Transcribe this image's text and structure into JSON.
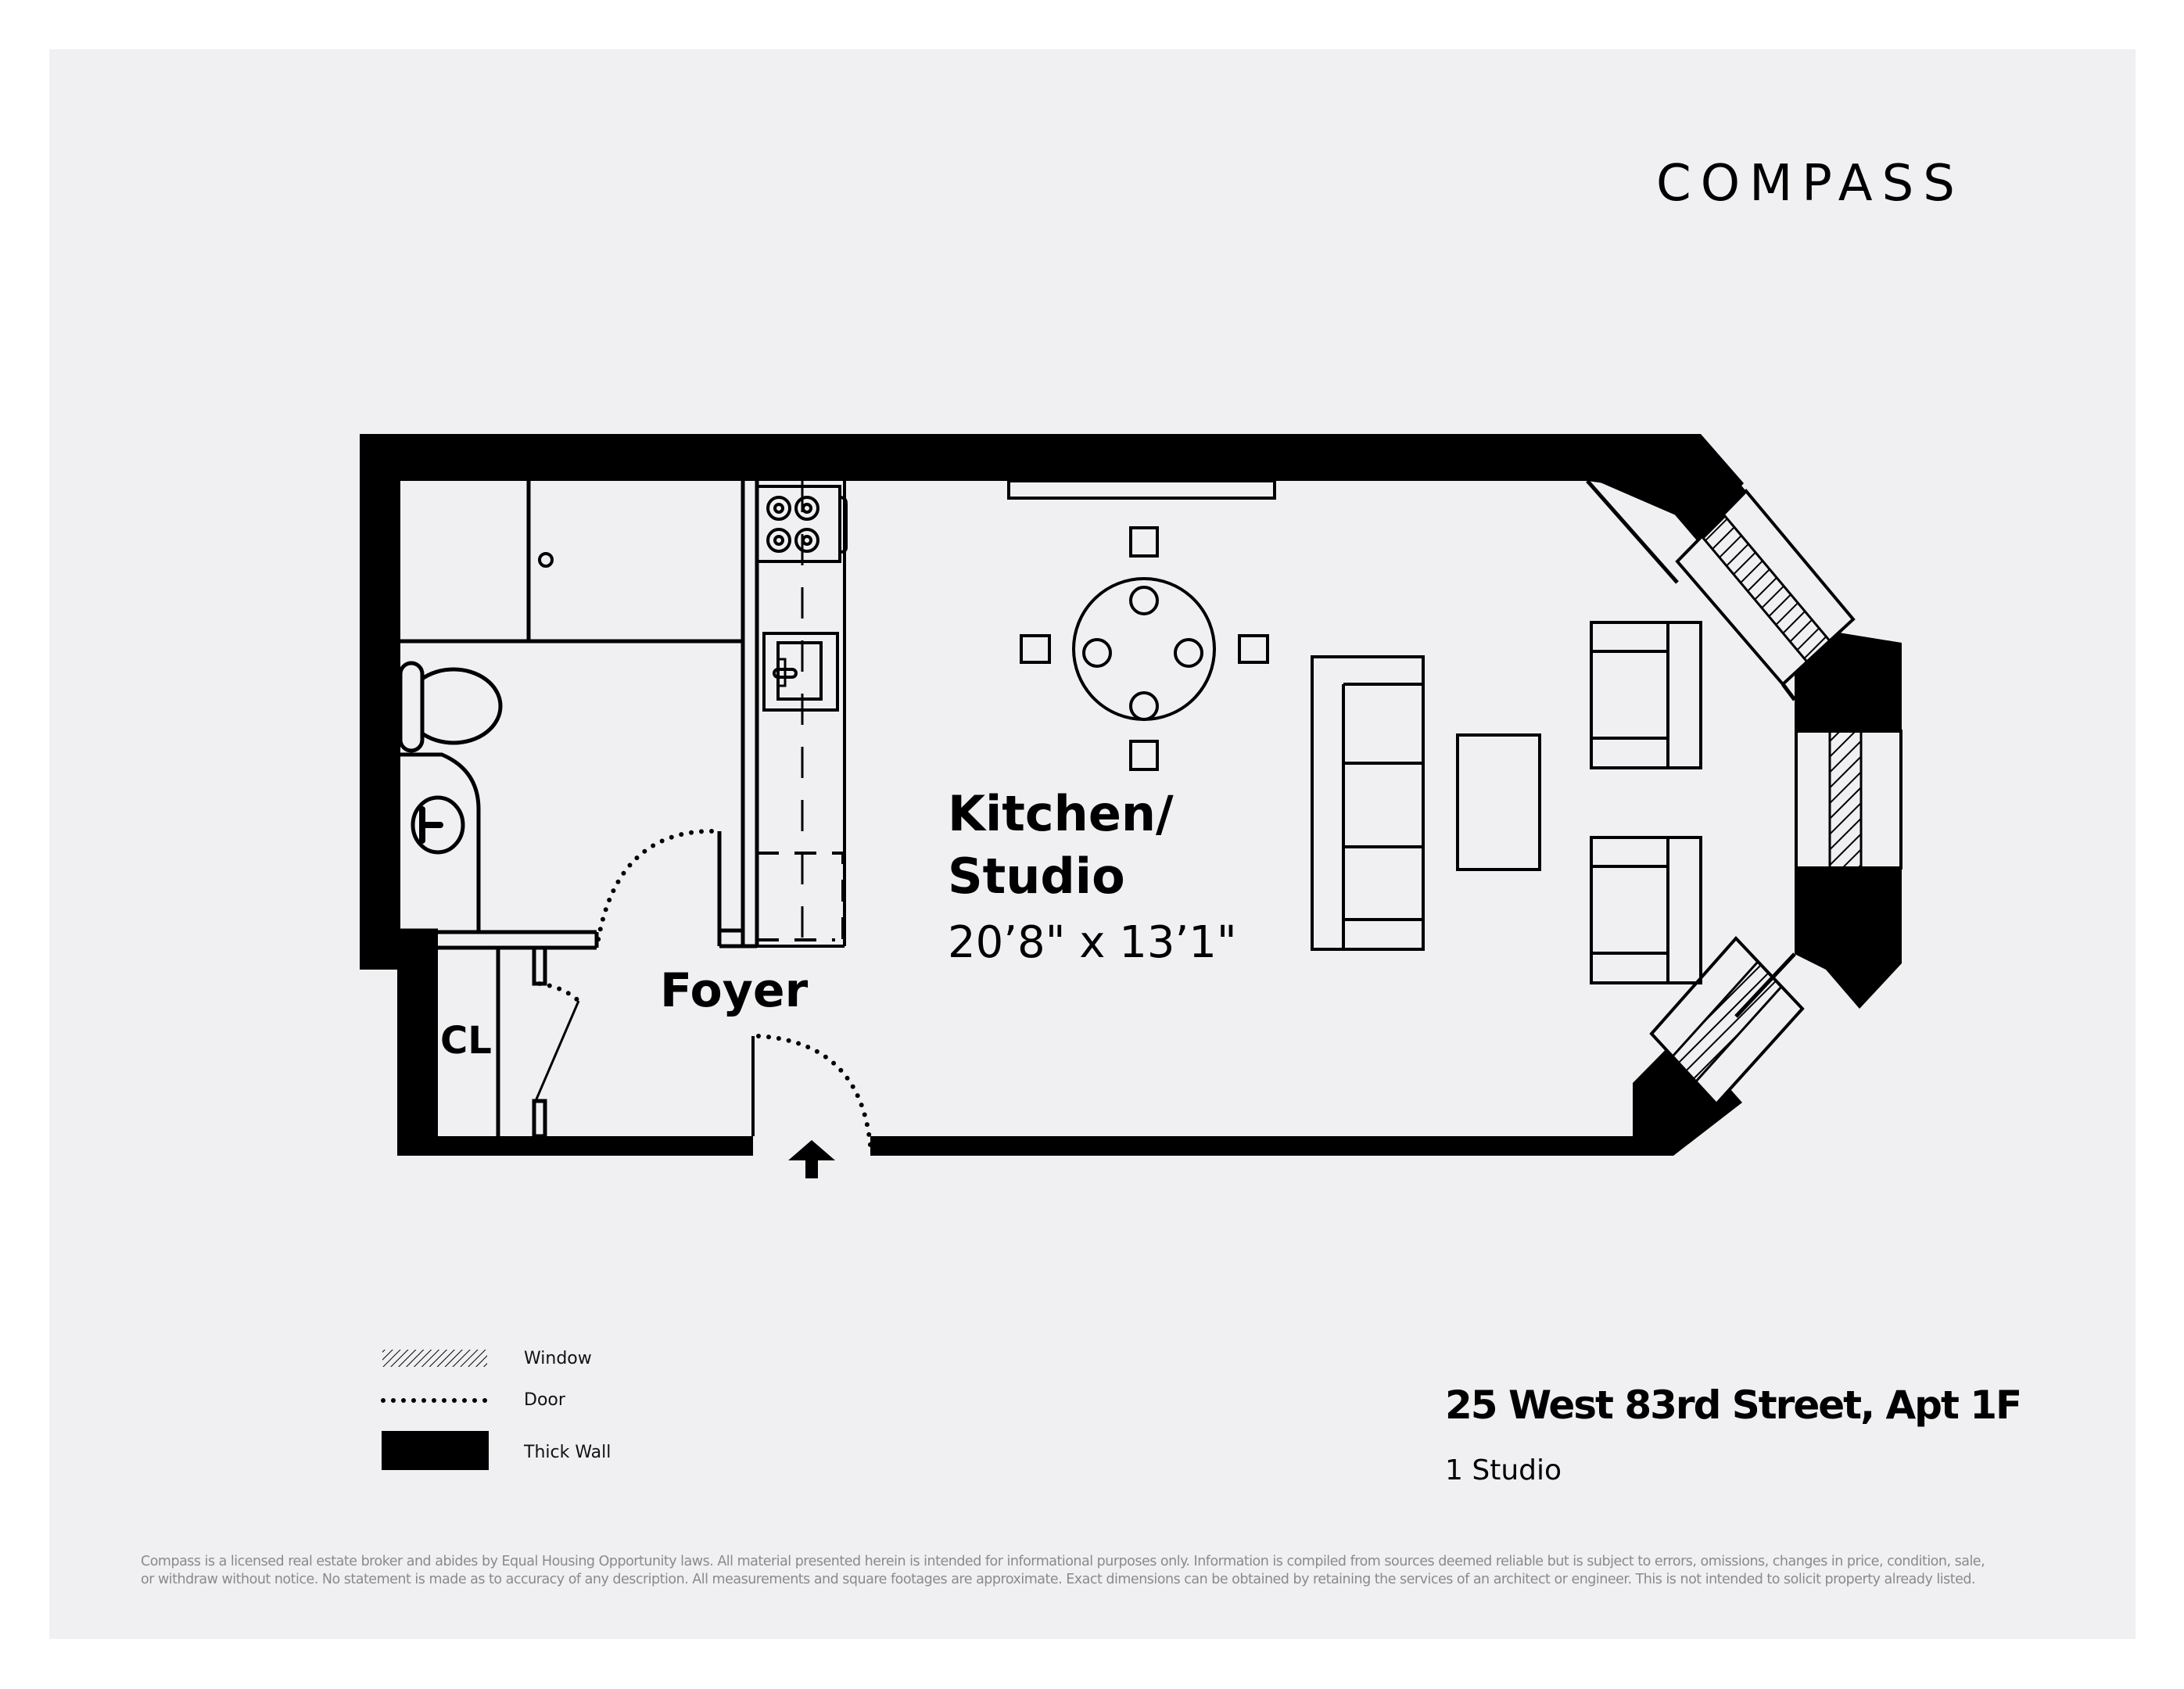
{
  "brand": {
    "logo_text": "COMPASS"
  },
  "listing": {
    "address": "25 West 83rd Street, Apt 1F",
    "unit_type": "1 Studio"
  },
  "rooms": [
    {
      "name": "Kitchen/ Studio",
      "line1": "Kitchen/",
      "line2": "Studio",
      "dimensions": "20’8\" x 13’1\""
    },
    {
      "name": "Foyer",
      "line1": "Foyer"
    },
    {
      "name": "CL",
      "line1": "CL"
    }
  ],
  "legend": {
    "items": [
      {
        "label": "Window",
        "symbol": "hatched-rectangle"
      },
      {
        "label": "Door",
        "symbol": "dotted-line"
      },
      {
        "label": "Thick Wall",
        "symbol": "solid-black-rectangle"
      }
    ]
  },
  "fixtures": [
    "refrigerator",
    "stove-4-burner",
    "kitchen-sink",
    "toilet",
    "bathroom-sink",
    "round-dining-table-4-chairs",
    "sofa",
    "coffee-table",
    "armchair",
    "armchair",
    "entry-arrow"
  ],
  "disclaimer": {
    "line1": "Compass is a licensed real estate broker and abides by Equal Housing Opportunity laws. All material presented herein is intended for informational purposes only. Information is compiled from sources deemed reliable but is subject to errors, omissions, changes in price, condition, sale,",
    "line2": "or withdraw without notice. No statement is made as to accuracy of any description. All measurements and square footages are approximate. Exact dimensions can be obtained by retaining the services of an architect or engineer. This is not intended to solicit property already listed."
  },
  "colors": {
    "background": "#f0f0f2",
    "ink": "#000000",
    "disclaimer": "#8a8a8a",
    "page": "#ffffff"
  }
}
